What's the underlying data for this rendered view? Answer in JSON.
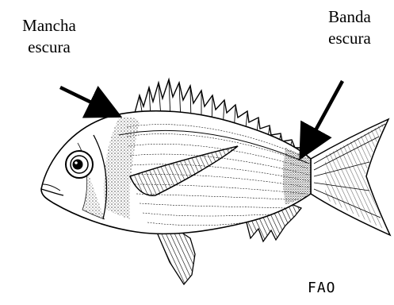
{
  "labels": {
    "dark_spot": {
      "line1": "Mancha",
      "line2": "escura"
    },
    "dark_band": {
      "line1": "Banda",
      "line2": "escura"
    }
  },
  "credit": "FAO",
  "colors": {
    "ink": "#000000",
    "paper": "#ffffff",
    "stipple": "#6b6b6b"
  }
}
